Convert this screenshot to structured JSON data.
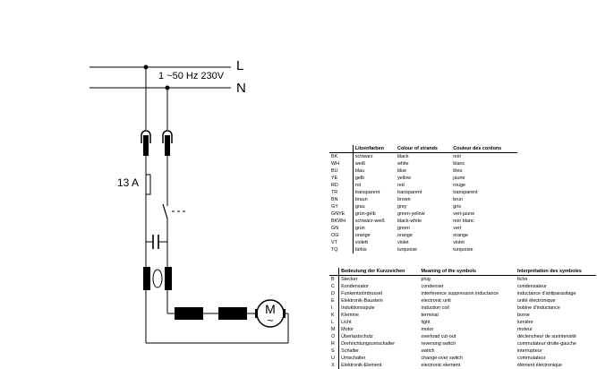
{
  "schematic": {
    "line_L": "L",
    "line_N": "N",
    "supply": "1 ~50 Hz 230V",
    "fuse": "13 A",
    "motor_symbol": "M",
    "motor_ac": "~"
  },
  "colour_table": {
    "headers": [
      "",
      "Litzenfarben",
      "Colour of strands",
      "Couleur des cordons"
    ],
    "rows": [
      [
        "BK",
        "schwarz",
        "black",
        "noir"
      ],
      [
        "WH",
        "weiß",
        "white",
        "blanc"
      ],
      [
        "BU",
        "blau",
        "blue",
        "bleu"
      ],
      [
        "YE",
        "gelb",
        "yellow",
        "jaune"
      ],
      [
        "RD",
        "rot",
        "red",
        "rouge"
      ],
      [
        "TR",
        "transparent",
        "transparent",
        "transparent"
      ],
      [
        "BN",
        "braun",
        "brown",
        "brun"
      ],
      [
        "GY",
        "grau",
        "grey",
        "gris"
      ],
      [
        "GNYE",
        "grün-gelb",
        "green-yellow",
        "vert-jaune"
      ],
      [
        "BKWH",
        "schwarz-weiß",
        "black-white",
        "noir blanc"
      ],
      [
        "GN",
        "grün",
        "green",
        "vert"
      ],
      [
        "OG",
        "orange",
        "orange",
        "orange"
      ],
      [
        "VT",
        "violett",
        "violet",
        "violet"
      ],
      [
        "TQ",
        "türkis",
        "turquoise",
        "turquoise"
      ]
    ]
  },
  "symbol_table": {
    "headers": [
      "",
      "Bedeutung der Kurzzeichen",
      "Meaning of the symbols",
      "Interprétation des symboles"
    ],
    "rows": [
      [
        "B",
        "Stecker",
        "plug",
        "fiche"
      ],
      [
        "C",
        "Kondensator",
        "condenser",
        "condensateur"
      ],
      [
        "D",
        "Funkentstördrossel",
        "interference suppression inductance",
        "inductance d'antiparasitage"
      ],
      [
        "E",
        "Elektronik-Baustein",
        "electronic unit",
        "unité électronique"
      ],
      [
        "I",
        "Induktionsspule",
        "induction coil",
        "bobine d'inductance"
      ],
      [
        "K",
        "Klemme",
        "terminal",
        "borne"
      ],
      [
        "L",
        "Licht",
        "light",
        "lumière"
      ],
      [
        "M",
        "Motor",
        "motor",
        "moteur"
      ],
      [
        "O",
        "Überlastschutz",
        "overload cut-out",
        "déclencheur de surintensité"
      ],
      [
        "R",
        "Drehrichtungsumschalter",
        "reversing switch",
        "commutateur droite-gauche"
      ],
      [
        "S",
        "Schalter",
        "switch",
        "interrupteur"
      ],
      [
        "U",
        "Umschalter",
        "change-over switch",
        "commutateur"
      ],
      [
        "X",
        "Elektronik-Element",
        "electronic element",
        "élément électronique"
      ]
    ]
  }
}
